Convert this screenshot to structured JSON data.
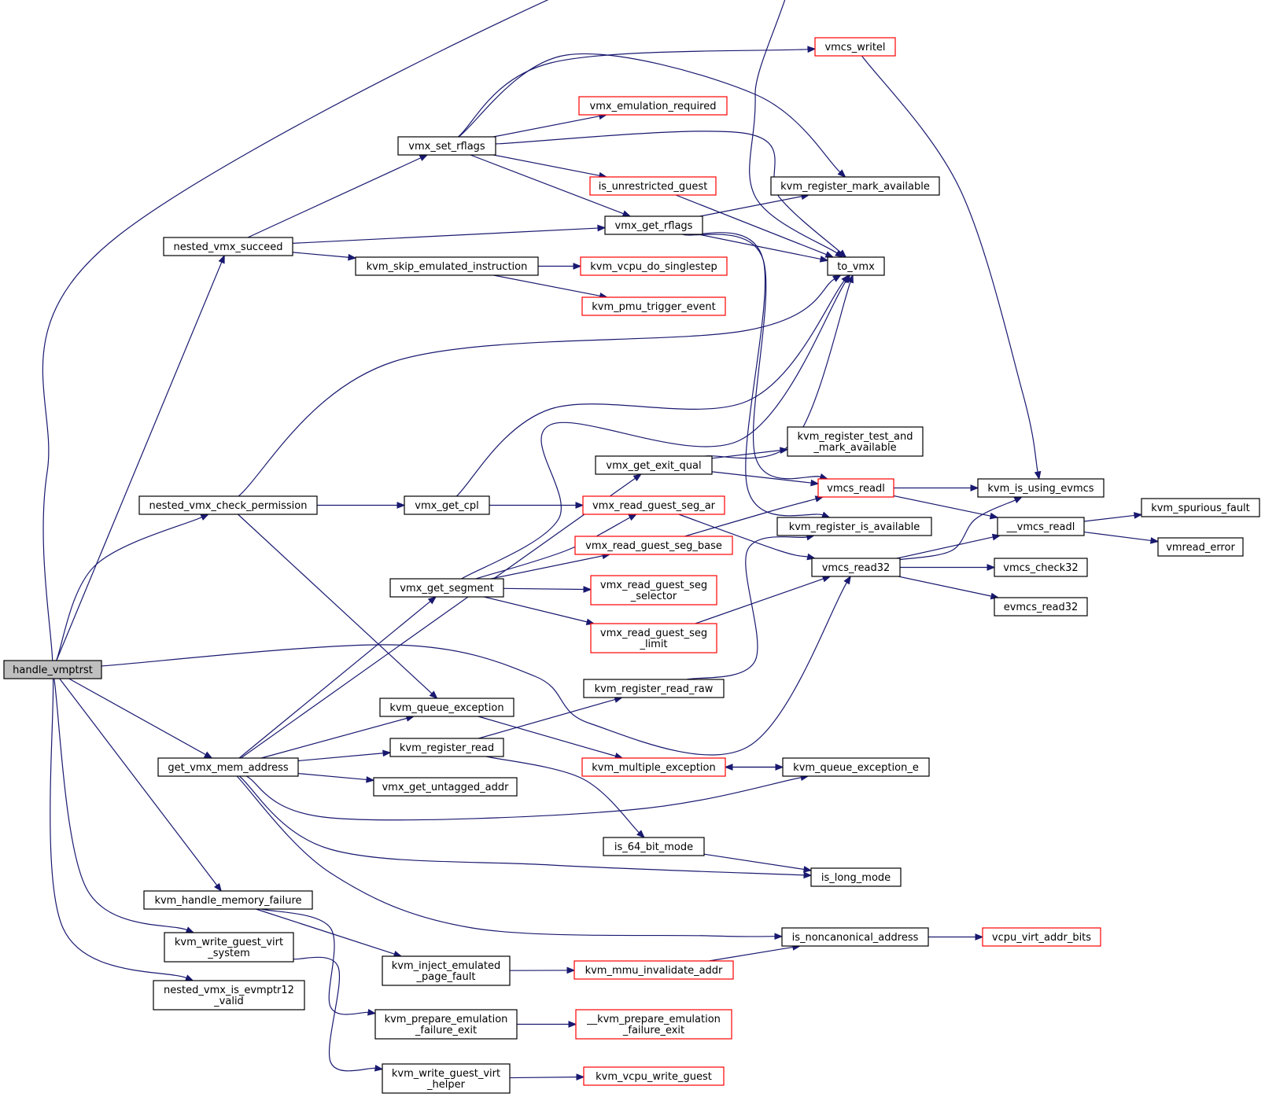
{
  "graph": {
    "edge_color": "#191970",
    "node_border_default": "#000000",
    "node_border_highlight": "#ff0000",
    "root_fill": "#bfbfbf",
    "nodes": {
      "handle_vmptrst": {
        "lines": [
          "handle_vmptrst"
        ],
        "style": "root"
      },
      "nested_vmx_succeed": {
        "lines": [
          "nested_vmx_succeed"
        ],
        "style": "black"
      },
      "nested_vmx_check_permission": {
        "lines": [
          "nested_vmx_check_permission"
        ],
        "style": "black"
      },
      "get_vmx_mem_address": {
        "lines": [
          "get_vmx_mem_address"
        ],
        "style": "black"
      },
      "kvm_handle_memory_failure": {
        "lines": [
          "kvm_handle_memory_failure"
        ],
        "style": "black"
      },
      "kvm_write_guest_virt_system": {
        "lines": [
          "kvm_write_guest_virt",
          "_system"
        ],
        "style": "black"
      },
      "nested_vmx_is_evmptr12_valid": {
        "lines": [
          "nested_vmx_is_evmptr12",
          "_valid"
        ],
        "style": "black"
      },
      "vmx_set_rflags": {
        "lines": [
          "vmx_set_rflags"
        ],
        "style": "black"
      },
      "kvm_skip_emulated_instruction": {
        "lines": [
          "kvm_skip_emulated_instruction"
        ],
        "style": "black"
      },
      "vmx_get_cpl": {
        "lines": [
          "vmx_get_cpl"
        ],
        "style": "black"
      },
      "vmx_get_segment": {
        "lines": [
          "vmx_get_segment"
        ],
        "style": "black"
      },
      "kvm_queue_exception": {
        "lines": [
          "kvm_queue_exception"
        ],
        "style": "black"
      },
      "kvm_register_read": {
        "lines": [
          "kvm_register_read"
        ],
        "style": "black"
      },
      "vmx_get_untagged_addr": {
        "lines": [
          "vmx_get_untagged_addr"
        ],
        "style": "black"
      },
      "kvm_inject_emulated_page_fault": {
        "lines": [
          "kvm_inject_emulated",
          "_page_fault"
        ],
        "style": "black"
      },
      "kvm_prepare_emulation_failure_exit": {
        "lines": [
          "kvm_prepare_emulation",
          "_failure_exit"
        ],
        "style": "black"
      },
      "kvm_write_guest_virt_helper": {
        "lines": [
          "kvm_write_guest_virt",
          "_helper"
        ],
        "style": "black"
      },
      "vmcs_writel": {
        "lines": [
          "vmcs_writel"
        ],
        "style": "red"
      },
      "vmx_emulation_required": {
        "lines": [
          "vmx_emulation_required"
        ],
        "style": "red"
      },
      "is_unrestricted_guest": {
        "lines": [
          "is_unrestricted_guest"
        ],
        "style": "red"
      },
      "vmx_get_rflags": {
        "lines": [
          "vmx_get_rflags"
        ],
        "style": "black"
      },
      "kvm_vcpu_do_singlestep": {
        "lines": [
          "kvm_vcpu_do_singlestep"
        ],
        "style": "red"
      },
      "kvm_pmu_trigger_event": {
        "lines": [
          "kvm_pmu_trigger_event"
        ],
        "style": "red"
      },
      "vmx_get_exit_qual": {
        "lines": [
          "vmx_get_exit_qual"
        ],
        "style": "black"
      },
      "vmx_read_guest_seg_ar": {
        "lines": [
          "vmx_read_guest_seg_ar"
        ],
        "style": "red"
      },
      "vmx_read_guest_seg_base": {
        "lines": [
          "vmx_read_guest_seg_base"
        ],
        "style": "red"
      },
      "vmx_read_guest_seg_selector": {
        "lines": [
          "vmx_read_guest_seg",
          "_selector"
        ],
        "style": "red"
      },
      "vmx_read_guest_seg_limit": {
        "lines": [
          "vmx_read_guest_seg",
          "_limit"
        ],
        "style": "red"
      },
      "kvm_register_read_raw": {
        "lines": [
          "kvm_register_read_raw"
        ],
        "style": "black"
      },
      "kvm_multiple_exception": {
        "lines": [
          "kvm_multiple_exception"
        ],
        "style": "red"
      },
      "is_64_bit_mode": {
        "lines": [
          "is_64_bit_mode"
        ],
        "style": "black"
      },
      "kvm_mmu_invalidate_addr": {
        "lines": [
          "kvm_mmu_invalidate_addr"
        ],
        "style": "red"
      },
      "__kvm_prepare_emulation_failure_exit": {
        "lines": [
          "__kvm_prepare_emulation",
          "_failure_exit"
        ],
        "style": "red"
      },
      "kvm_vcpu_write_guest": {
        "lines": [
          "kvm_vcpu_write_guest"
        ],
        "style": "red"
      },
      "kvm_register_mark_available": {
        "lines": [
          "kvm_register_mark_available"
        ],
        "style": "black"
      },
      "to_vmx": {
        "lines": [
          "to_vmx"
        ],
        "style": "black"
      },
      "kvm_register_test_and_mark_available": {
        "lines": [
          "kvm_register_test_and",
          "_mark_available"
        ],
        "style": "black"
      },
      "vmcs_readl": {
        "lines": [
          "vmcs_readl"
        ],
        "style": "red"
      },
      "kvm_register_is_available": {
        "lines": [
          "kvm_register_is_available"
        ],
        "style": "black"
      },
      "vmcs_read32": {
        "lines": [
          "vmcs_read32"
        ],
        "style": "black"
      },
      "kvm_queue_exception_e": {
        "lines": [
          "kvm_queue_exception_e"
        ],
        "style": "black"
      },
      "is_long_mode": {
        "lines": [
          "is_long_mode"
        ],
        "style": "black"
      },
      "is_noncanonical_address": {
        "lines": [
          "is_noncanonical_address"
        ],
        "style": "black"
      },
      "kvm_is_using_evmcs": {
        "lines": [
          "kvm_is_using_evmcs"
        ],
        "style": "black"
      },
      "__vmcs_readl": {
        "lines": [
          "__vmcs_readl"
        ],
        "style": "black"
      },
      "vmcs_check32": {
        "lines": [
          "vmcs_check32"
        ],
        "style": "black"
      },
      "evmcs_read32": {
        "lines": [
          "evmcs_read32"
        ],
        "style": "black"
      },
      "vcpu_virt_addr_bits": {
        "lines": [
          "vcpu_virt_addr_bits"
        ],
        "style": "red"
      },
      "kvm_spurious_fault": {
        "lines": [
          "kvm_spurious_fault"
        ],
        "style": "black"
      },
      "vmread_error": {
        "lines": [
          "vmread_error"
        ],
        "style": "black"
      }
    },
    "edges": [
      [
        "handle_vmptrst",
        "nested_vmx_succeed"
      ],
      [
        "handle_vmptrst",
        "nested_vmx_check_permission"
      ],
      [
        "handle_vmptrst",
        "get_vmx_mem_address"
      ],
      [
        "handle_vmptrst",
        "kvm_handle_memory_failure"
      ],
      [
        "handle_vmptrst",
        "kvm_write_guest_virt_system"
      ],
      [
        "handle_vmptrst",
        "nested_vmx_is_evmptr12_valid"
      ],
      [
        "handle_vmptrst",
        "to_vmx"
      ],
      [
        "handle_vmptrst",
        "vmcs_read32"
      ],
      [
        "nested_vmx_succeed",
        "vmx_set_rflags"
      ],
      [
        "nested_vmx_succeed",
        "vmx_get_rflags"
      ],
      [
        "nested_vmx_succeed",
        "kvm_skip_emulated_instruction"
      ],
      [
        "vmx_set_rflags",
        "vmcs_writel"
      ],
      [
        "vmx_set_rflags",
        "vmx_emulation_required"
      ],
      [
        "vmx_set_rflags",
        "is_unrestricted_guest"
      ],
      [
        "vmx_set_rflags",
        "kvm_register_mark_available"
      ],
      [
        "vmx_set_rflags",
        "to_vmx"
      ],
      [
        "vmx_set_rflags",
        "vmx_get_rflags"
      ],
      [
        "is_unrestricted_guest",
        "to_vmx"
      ],
      [
        "vmx_get_rflags",
        "kvm_register_mark_available"
      ],
      [
        "vmx_get_rflags",
        "to_vmx"
      ],
      [
        "vmx_get_rflags",
        "vmcs_readl"
      ],
      [
        "vmx_get_rflags",
        "kvm_register_is_available"
      ],
      [
        "kvm_skip_emulated_instruction",
        "kvm_vcpu_do_singlestep"
      ],
      [
        "kvm_skip_emulated_instruction",
        "kvm_pmu_trigger_event"
      ],
      [
        "nested_vmx_check_permission",
        "to_vmx"
      ],
      [
        "nested_vmx_check_permission",
        "vmx_get_cpl"
      ],
      [
        "nested_vmx_check_permission",
        "kvm_queue_exception"
      ],
      [
        "vmx_get_cpl",
        "to_vmx"
      ],
      [
        "vmx_get_cpl",
        "vmx_read_guest_seg_ar"
      ],
      [
        "vmx_get_exit_qual",
        "to_vmx"
      ],
      [
        "vmx_get_exit_qual",
        "kvm_register_test_and_mark_available"
      ],
      [
        "vmx_get_exit_qual",
        "vmcs_readl"
      ],
      [
        "vmx_get_segment",
        "to_vmx"
      ],
      [
        "vmx_get_segment",
        "vmx_read_guest_seg_ar"
      ],
      [
        "vmx_get_segment",
        "vmx_read_guest_seg_base"
      ],
      [
        "vmx_get_segment",
        "vmx_read_guest_seg_selector"
      ],
      [
        "vmx_get_segment",
        "vmx_read_guest_seg_limit"
      ],
      [
        "vmx_read_guest_seg_ar",
        "vmcs_read32"
      ],
      [
        "vmx_read_guest_seg_base",
        "vmcs_readl"
      ],
      [
        "vmx_read_guest_seg_limit",
        "vmcs_read32"
      ],
      [
        "get_vmx_mem_address",
        "vmx_get_exit_qual"
      ],
      [
        "get_vmx_mem_address",
        "vmx_get_segment"
      ],
      [
        "get_vmx_mem_address",
        "kvm_queue_exception"
      ],
      [
        "get_vmx_mem_address",
        "kvm_register_read"
      ],
      [
        "get_vmx_mem_address",
        "vmx_get_untagged_addr"
      ],
      [
        "get_vmx_mem_address",
        "kvm_queue_exception_e"
      ],
      [
        "get_vmx_mem_address",
        "is_long_mode"
      ],
      [
        "get_vmx_mem_address",
        "is_noncanonical_address"
      ],
      [
        "kvm_queue_exception",
        "kvm_multiple_exception"
      ],
      [
        "kvm_register_read",
        "kvm_register_read_raw"
      ],
      [
        "kvm_register_read",
        "is_64_bit_mode"
      ],
      [
        "kvm_register_read_raw",
        "kvm_register_is_available"
      ],
      [
        "kvm_multiple_exception",
        "kvm_queue_exception_e"
      ],
      [
        "kvm_queue_exception_e",
        "kvm_multiple_exception"
      ],
      [
        "is_64_bit_mode",
        "is_long_mode"
      ],
      [
        "kvm_handle_memory_failure",
        "kvm_inject_emulated_page_fault"
      ],
      [
        "kvm_handle_memory_failure",
        "kvm_prepare_emulation_failure_exit"
      ],
      [
        "kvm_inject_emulated_page_fault",
        "kvm_mmu_invalidate_addr"
      ],
      [
        "kvm_mmu_invalidate_addr",
        "is_noncanonical_address"
      ],
      [
        "is_noncanonical_address",
        "vcpu_virt_addr_bits"
      ],
      [
        "kvm_prepare_emulation_failure_exit",
        "__kvm_prepare_emulation_failure_exit"
      ],
      [
        "kvm_write_guest_virt_system",
        "kvm_write_guest_virt_helper"
      ],
      [
        "kvm_write_guest_virt_helper",
        "kvm_vcpu_write_guest"
      ],
      [
        "vmcs_writel",
        "kvm_is_using_evmcs"
      ],
      [
        "vmcs_readl",
        "kvm_is_using_evmcs"
      ],
      [
        "vmcs_readl",
        "__vmcs_readl"
      ],
      [
        "vmcs_read32",
        "kvm_is_using_evmcs"
      ],
      [
        "vmcs_read32",
        "__vmcs_readl"
      ],
      [
        "vmcs_read32",
        "vmcs_check32"
      ],
      [
        "vmcs_read32",
        "evmcs_read32"
      ],
      [
        "__vmcs_readl",
        "kvm_spurious_fault"
      ],
      [
        "__vmcs_readl",
        "vmread_error"
      ]
    ]
  }
}
